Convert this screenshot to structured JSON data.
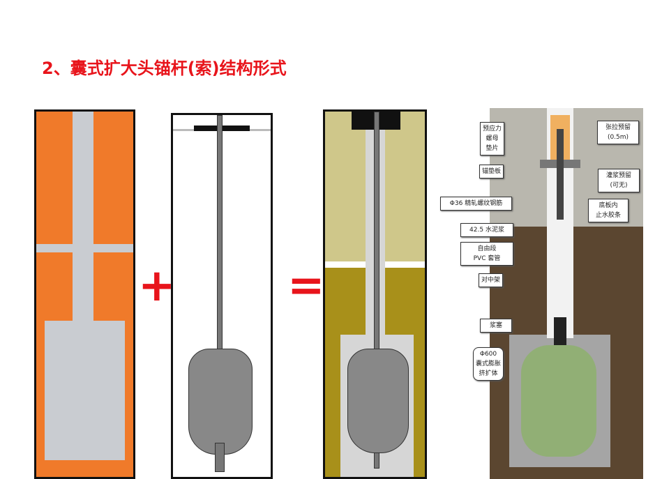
{
  "title": "2、囊式扩大头锚杆(索)结构形式",
  "operators": {
    "plus": "+",
    "equals": "="
  },
  "labels": {
    "nut": [
      "预应力",
      "螺母",
      "垫片"
    ],
    "anchor_plate": "锚垫板",
    "rebar": "Φ36 精轧螺纹钢筋",
    "grout": "42.5 水泥浆",
    "pvc": [
      "自由段",
      "PVC 套管"
    ],
    "centralizer": "对中架",
    "plug": "浆塞",
    "bag": [
      "Φ600",
      "囊式膨胀",
      "挤扩体"
    ],
    "tension": [
      "张拉预留",
      "(0.5m)"
    ],
    "grouting": [
      "灌浆预留",
      "(可无)"
    ],
    "waterstop": [
      "底板内",
      "止水胶条"
    ]
  },
  "colors": {
    "title": "#e8141b",
    "orange": "#f07a2a",
    "soil": "#b09a2a"
  }
}
